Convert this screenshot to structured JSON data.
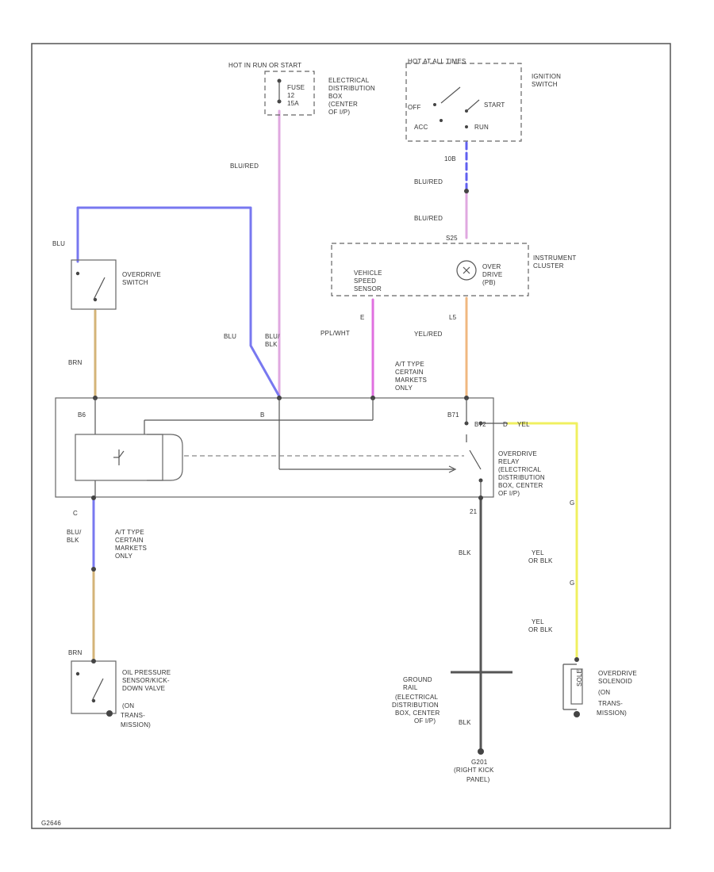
{
  "diagram_id": "G2646",
  "colors": {
    "blu": "#7878f0",
    "brn": "#d4b478",
    "pink": "#e0a8e0",
    "magenta": "#e070e0",
    "orange": "#f0b880",
    "yellow": "#f0f060",
    "black": "#555555",
    "blue_dash": "#6060f0"
  },
  "labels": {
    "hot_at_all": "HOT IN RUN OR START",
    "fuse": "FUSE",
    "fuse_no": "12",
    "fuse_amp": "15A",
    "elec_dist_1": "ELECTRICAL",
    "elec_dist_2": "DISTRIBUTION",
    "elec_dist_3": "BOX",
    "elec_dist_4": "(CENTER",
    "elec_dist_5": "OF I/P)",
    "hot_at_all_times": "HOT AT ALL TIMES",
    "ign_1": "IGNITION",
    "ign_2": "SWITCH",
    "off": "OFF",
    "start": "START",
    "acc": "ACC",
    "run": "RUN",
    "wire_blu_red_top": "BLU/RED",
    "wire_blu_red_2": "BLU/RED",
    "wire_blu_red_3": "BLU/RED",
    "pin_10b": "10B",
    "pin_s25": "S25",
    "inst_1": "INSTRUMENT",
    "inst_2": "CLUSTER",
    "od_1": "OVER",
    "od_2": "DRIVE",
    "od_3": "(PB)",
    "vss_1": "VEHICLE",
    "vss_2": "SPEED",
    "vss_3": "SENSOR",
    "blu_top": "BLU",
    "ods_1": "OVERDRIVE",
    "ods_2": "SWITCH",
    "brn_1": "BRN",
    "blu_mid": "BLU",
    "blu_blk_1": "BLU/",
    "blu_blk_2": "BLK",
    "ppl_wht": "PPL/WHT",
    "pin_e": "E",
    "pin_l5": "L5",
    "yel_red": "YEL/RED",
    "trans_1": "A/T TYPE",
    "trans_2": "CERTAIN",
    "trans_3": "MARKETS",
    "trans_4": "ONLY",
    "relay_pin_b6": "B6",
    "relay_pin_b": "B",
    "relay_pin_b71": "B71",
    "relay_pin_b72": "B72",
    "relay_pin_d": "D",
    "yel_1": "YEL",
    "odr_1": "OVERDRIVE",
    "odr_2": "RELAY",
    "odr_3": "(ELECTRICAL",
    "odr_4": "DISTRIBUTION",
    "odr_5": "BOX, CENTER",
    "odr_6": "OF I/P)",
    "pin_c": "C",
    "pin_21": "21",
    "blu_blk_low_1": "BLU/",
    "blu_blk_low_2": "BLK",
    "trans_low_1": "A/T TYPE",
    "trans_low_2": "CERTAIN",
    "trans_low_3": "MARKETS",
    "trans_low_4": "ONLY",
    "blk_1": "BLK",
    "yel_or_blk_1a": "YEL",
    "yel_or_blk_1b": "OR BLK",
    "yel_or_blk_2a": "YEL",
    "yel_or_blk_2b": "OR BLK",
    "pin_g1": "G",
    "pin_g2": "G",
    "brn_2": "BRN",
    "ops_1": "OIL PRESSURE",
    "ops_2": "SENSOR/KICK-",
    "ops_3": "DOWN VALVE",
    "ops_4": "(ON",
    "ops_5": "TRANS-",
    "ops_6": "MISSION)",
    "gr_1": "GROUND",
    "gr_2": "RAIL",
    "gr_3": "(ELECTRICAL",
    "gr_4": "DISTRIBUTION",
    "gr_5": "BOX, CENTER",
    "gr_6": "OF I/P)",
    "blk_2": "BLK",
    "g201_1": "G201",
    "g201_2": "(RIGHT KICK",
    "g201_3": "PANEL)",
    "ods_sol_1": "OVERDRIVE",
    "ods_sol_2": "SOLENOID",
    "ods_sol_3": "(ON",
    "ods_sol_4": "TRANS-",
    "ods_sol_5": "MISSION)",
    "solenoid_tag": "SOLE"
  }
}
